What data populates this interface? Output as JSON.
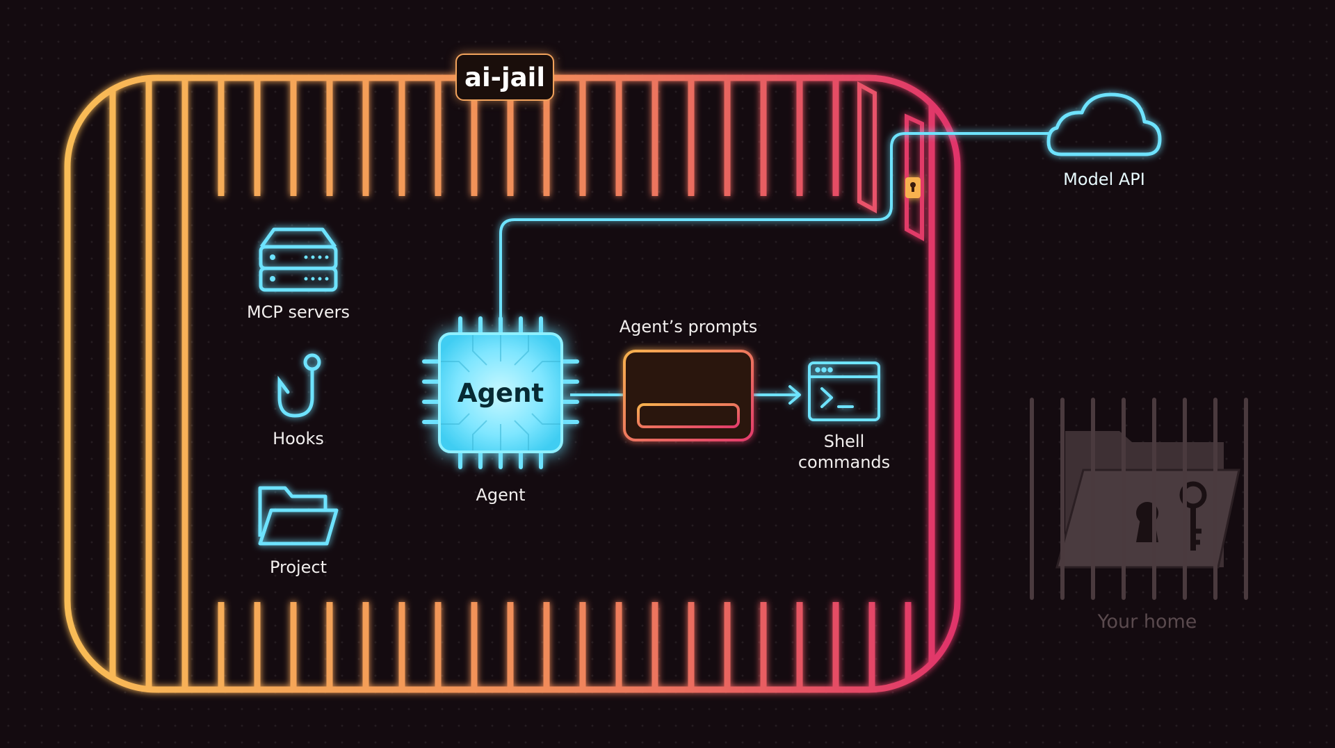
{
  "jail": {
    "title": "ai-jail"
  },
  "left_items": [
    {
      "label": "MCP servers",
      "icon": "server-icon"
    },
    {
      "label": "Hooks",
      "icon": "hook-icon"
    },
    {
      "label": "Project",
      "icon": "folder-icon"
    }
  ],
  "agent": {
    "chip_text": "Agent",
    "caption": "Agent",
    "icon": "chip-icon"
  },
  "prompts": {
    "label": "Agent’s prompts"
  },
  "shell": {
    "line1": "Shell",
    "line2": "commands",
    "icon": "terminal-icon"
  },
  "model_api": {
    "label": "Model API",
    "icon": "cloud-icon"
  },
  "home": {
    "label": "Your home",
    "icon": "locked-folder-icon"
  },
  "colors": {
    "background": "#140b10",
    "jail_gradient": [
      "#f9bd57",
      "#f08658",
      "#e0336a"
    ],
    "cyan": "#6ee3ff",
    "home_gray": "#4a3a3e"
  }
}
